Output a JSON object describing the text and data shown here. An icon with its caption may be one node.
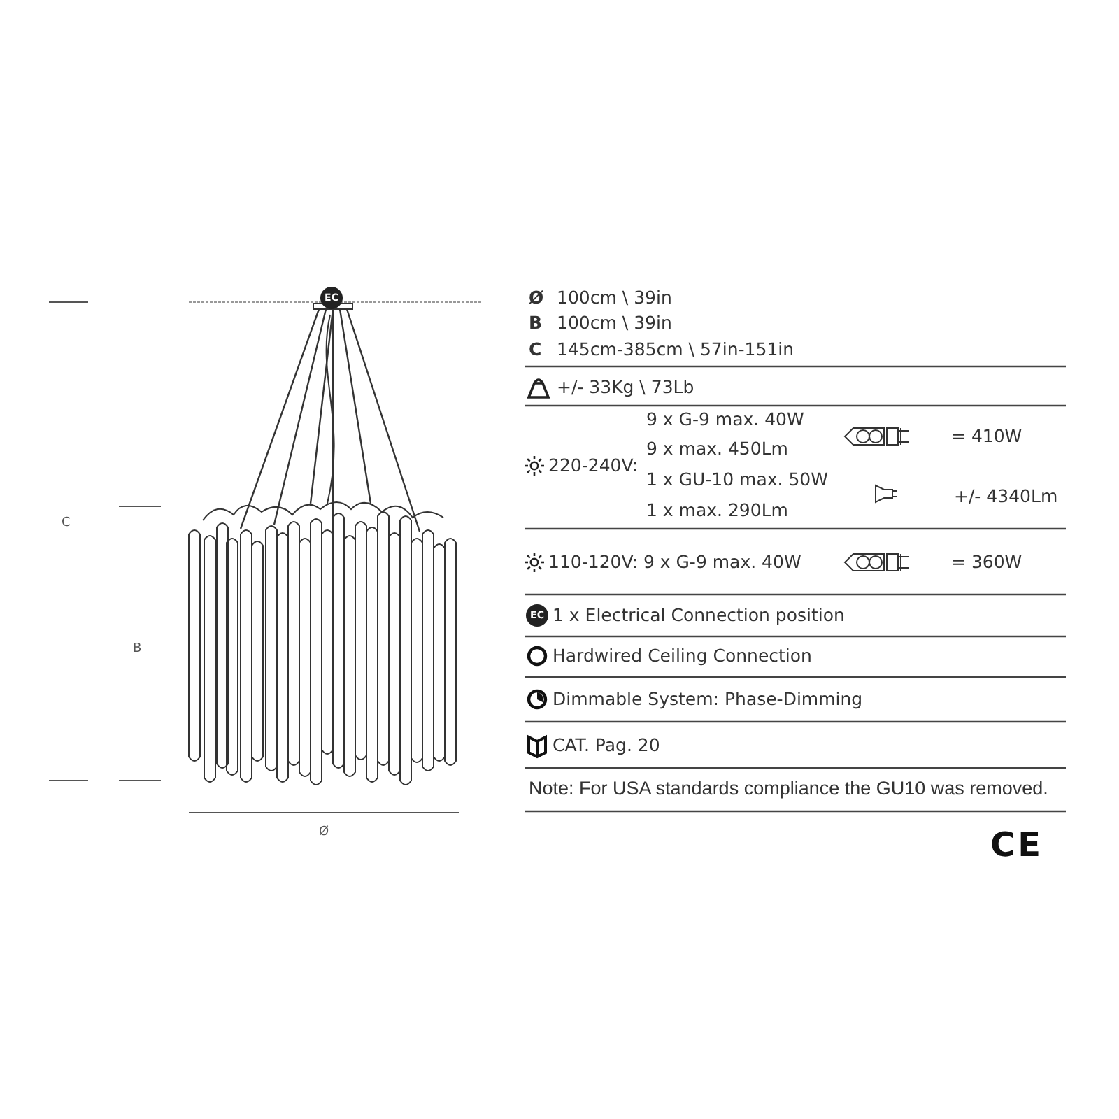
{
  "diagram": {
    "labels": [
      "EC",
      "C",
      "B",
      "Ø",
      "Ø",
      "100cm \\ 39in",
      "B",
      "100cm \\ 39in",
      "C",
      "145cm-385cm \\ 57in-151in",
      "+/- 33Kg \\ 73Lb",
      "220-240V:",
      "9 x G-9 max. 40W",
      "9 x max. 450Lm",
      "1 x GU-10 max. 50W",
      "1 x max. 290Lm",
      "= 410W",
      "+/- 4340Lm",
      "110-120V: 9 x G-9 max. 40W",
      "= 360W",
      "EC",
      "1 x Electrical Connection position",
      "Hardwired Ceiling Connection",
      "Dimmable System: Phase-Dimming",
      "CAT. Pag. 20",
      "Note: For USA standards compliance the GU10 was removed.",
      "CE"
    ]
  }
}
